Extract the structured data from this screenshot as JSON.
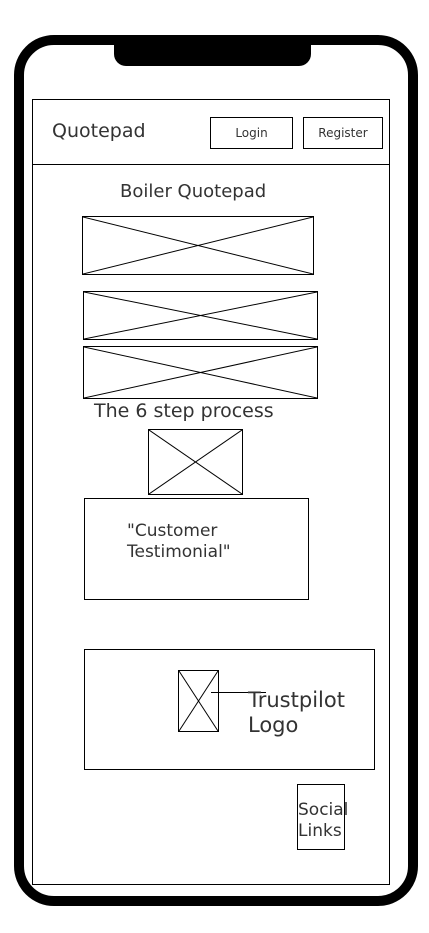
{
  "header": {
    "brand": "Quotepad",
    "login_label": "Login",
    "register_label": "Register"
  },
  "main": {
    "title": "Boiler Quotepad",
    "process_title": "The 6 step process",
    "testimonial": "\"Customer\nTestimonial\"",
    "trustpilot": "Trustpilot\nLogo",
    "social_links": "Social\nLinks"
  },
  "colors": {
    "frame": "#000000",
    "text": "#333333",
    "background": "#ffffff"
  }
}
